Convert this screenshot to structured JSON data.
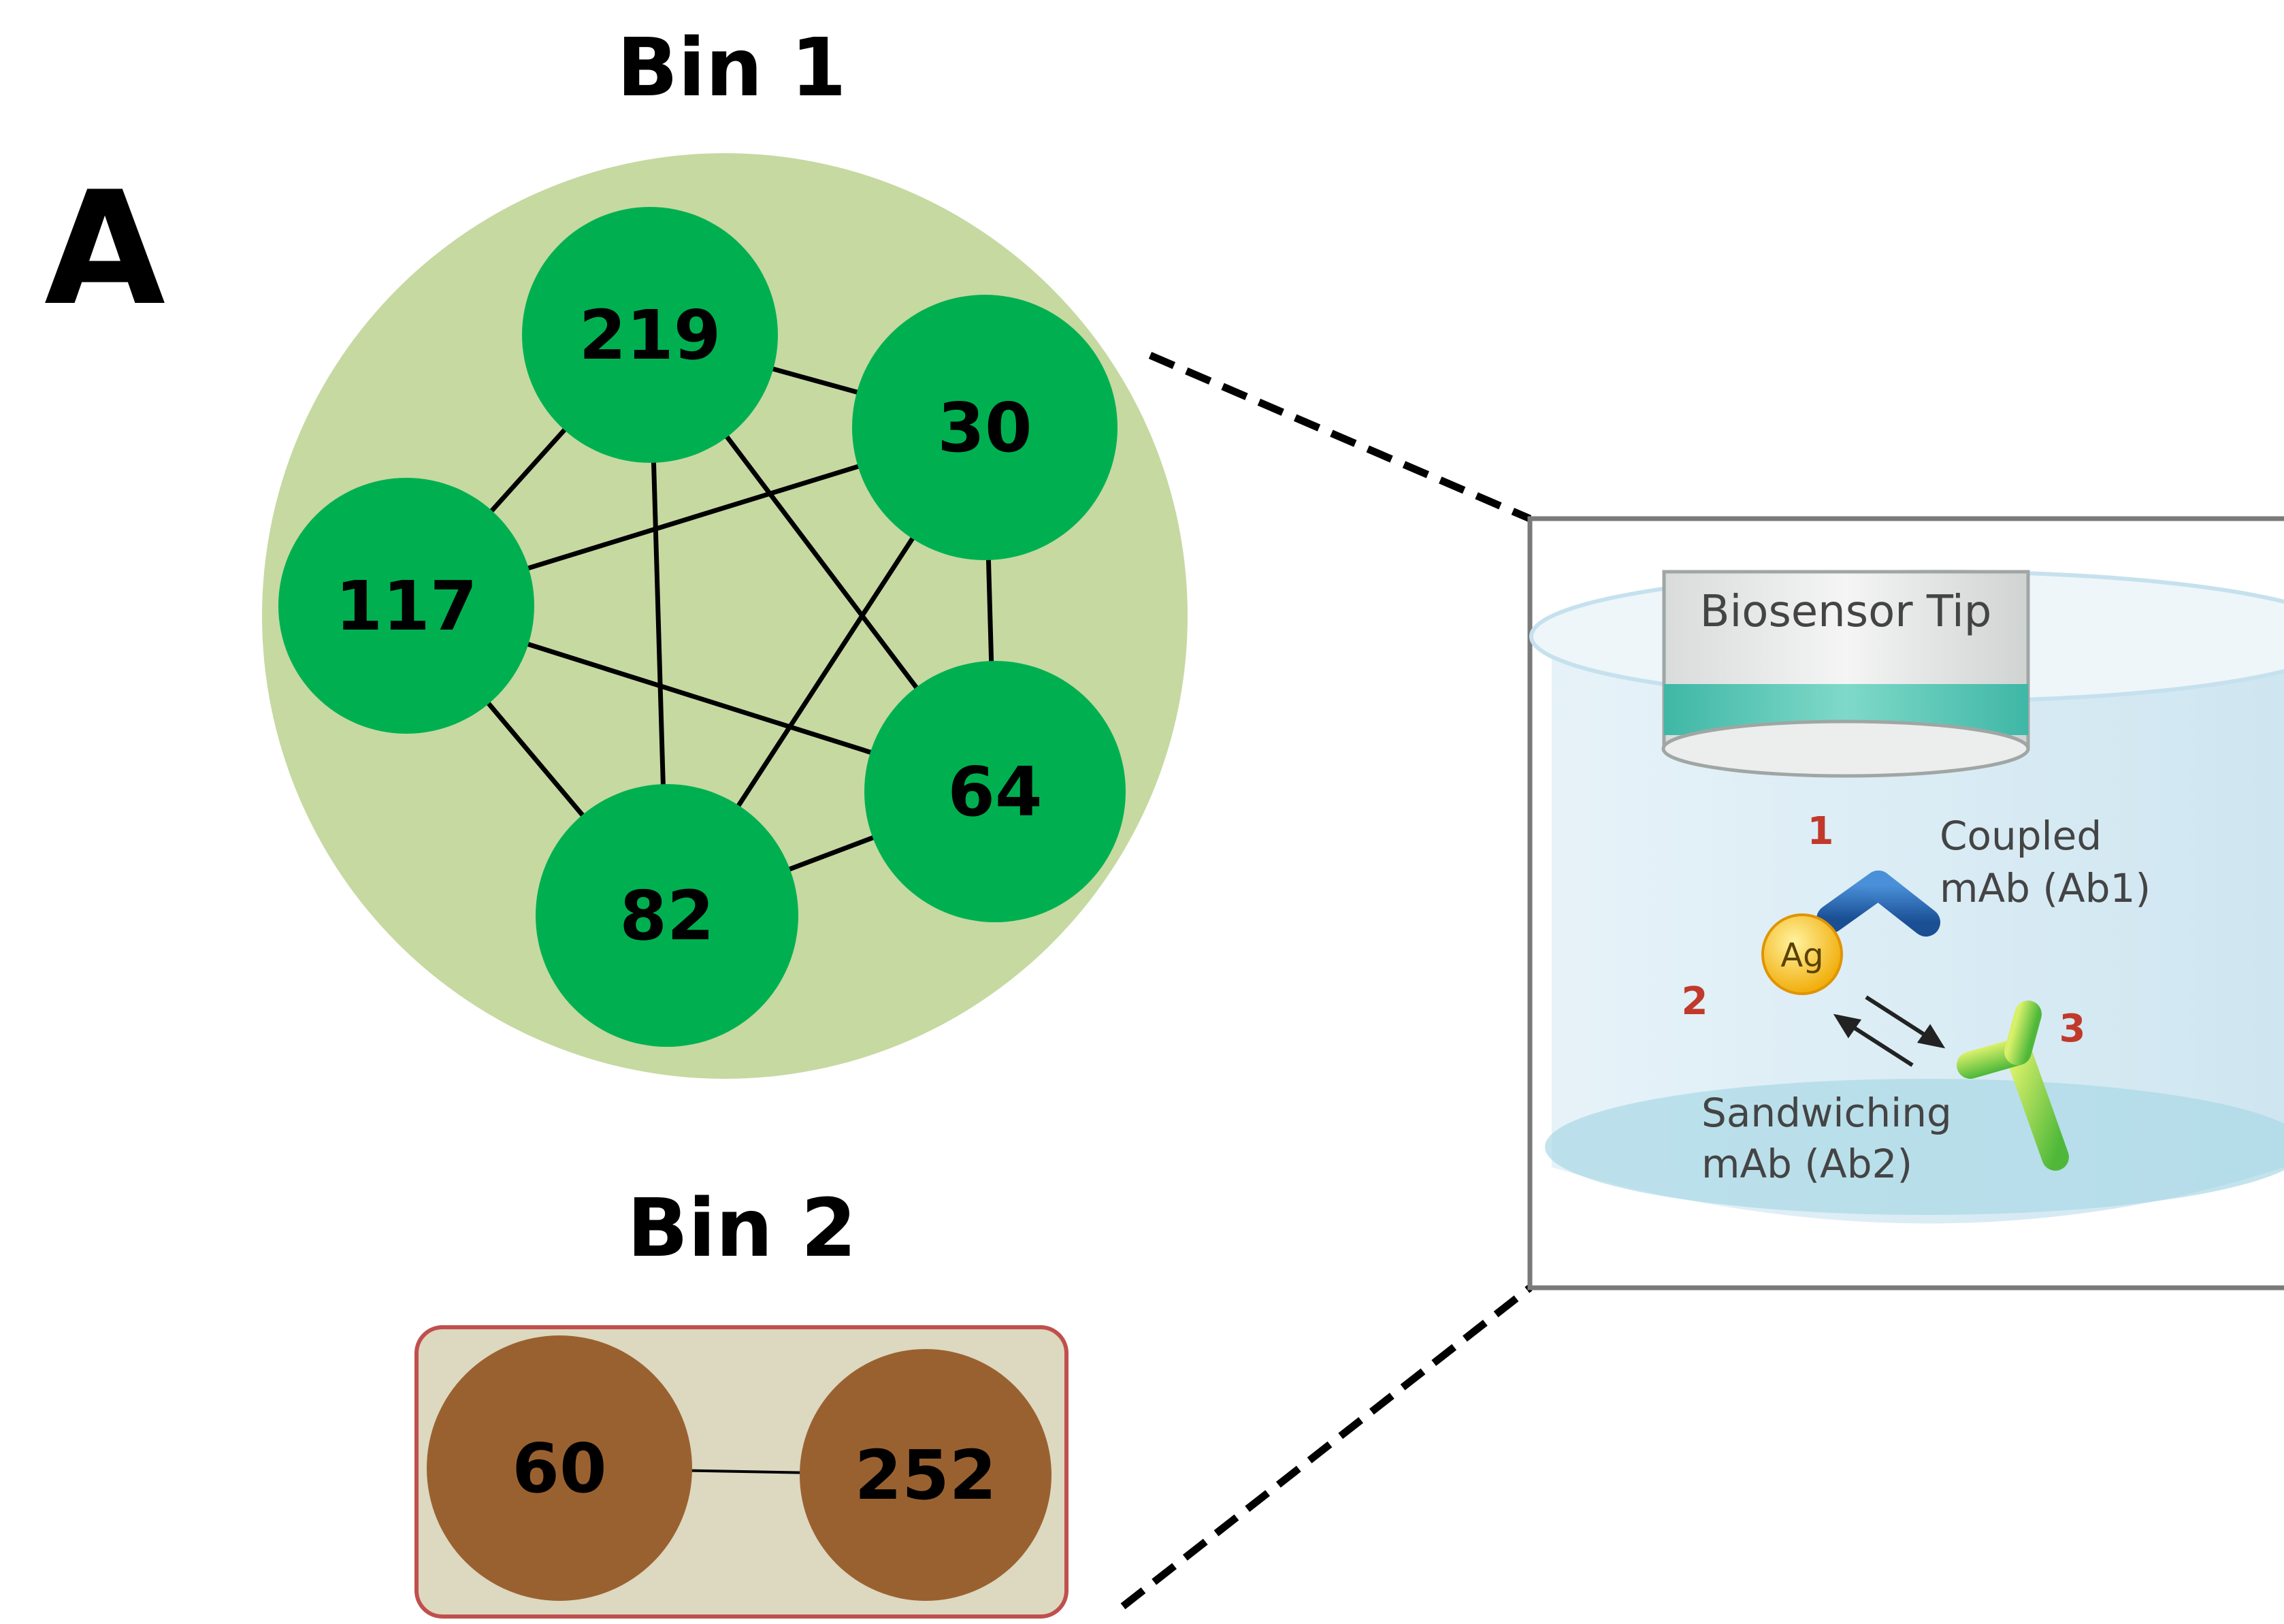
{
  "panel_label": "A",
  "bin1": {
    "title": "Bin 1",
    "nodes": [
      {
        "id": "219",
        "label": "219"
      },
      {
        "id": "30",
        "label": "30"
      },
      {
        "id": "117",
        "label": "117"
      },
      {
        "id": "64",
        "label": "64"
      },
      {
        "id": "82",
        "label": "82"
      }
    ],
    "edges": [
      [
        "219",
        "30"
      ],
      [
        "219",
        "117"
      ],
      [
        "219",
        "82"
      ],
      [
        "219",
        "64"
      ],
      [
        "30",
        "117"
      ],
      [
        "30",
        "64"
      ],
      [
        "30",
        "82"
      ],
      [
        "117",
        "64"
      ],
      [
        "117",
        "82"
      ],
      [
        "82",
        "64"
      ]
    ]
  },
  "bin2": {
    "title": "Bin 2",
    "nodes": [
      {
        "id": "60",
        "label": "60"
      },
      {
        "id": "252",
        "label": "252"
      }
    ],
    "edges": [
      [
        "60",
        "252"
      ]
    ]
  },
  "inset": {
    "tip_label": "Biosensor Tip",
    "step1": "1",
    "step2": "2",
    "step3": "3",
    "ag_label": "Ag",
    "coupled_line1": "Coupled",
    "coupled_line2": "mAb (Ab1)",
    "sandwich_line1": "Sandwiching",
    "sandwich_line2": "mAb (Ab2)"
  },
  "colors": {
    "bin1_bg": "#c6d9a1",
    "bin1_node": "#00b050",
    "bin2_bg": "#ddd8c0",
    "bin2_border": "#c0504d",
    "bin2_node": "#9a6130",
    "step_number": "#c0392b",
    "ab1": "#1f5fa8",
    "ab2": "#8bcf3a",
    "ag": "#f5b400"
  }
}
